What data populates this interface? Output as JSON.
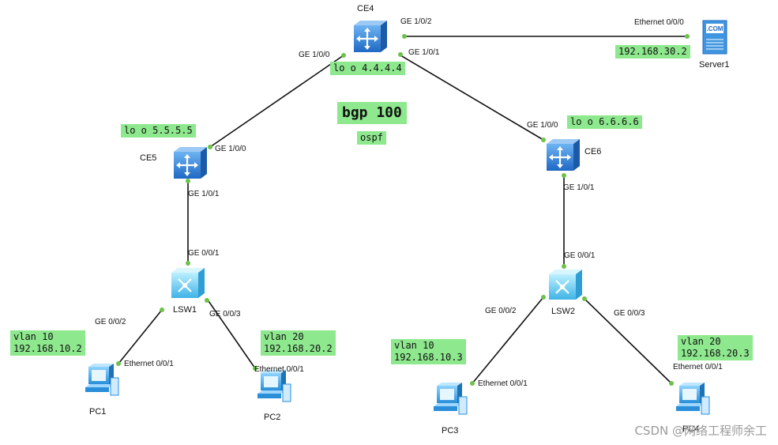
{
  "devices": {
    "ce4": "CE4",
    "ce5": "CE5",
    "ce6": "CE6",
    "lsw1": "LSW1",
    "lsw2": "LSW2",
    "server1": "Server1",
    "server_badge": ".COM",
    "pc1": "PC1",
    "pc2": "PC2",
    "pc3": "PC3",
    "pc4": "PC4"
  },
  "ports": {
    "ce4_ge102": "GE 1/0/2",
    "ce4_ge100": "GE 1/0/0",
    "ce4_ge101": "GE 1/0/1",
    "server_eth": "Ethernet 0/0/0",
    "ce5_ge100": "GE 1/0/0",
    "ce5_ge101": "GE 1/0/1",
    "ce6_ge100": "GE 1/0/0",
    "ce6_ge101": "GE 1/0/1",
    "lsw1_ge001": "GE 0/0/1",
    "lsw1_ge002": "GE 0/0/2",
    "lsw1_ge003": "GE 0/0/3",
    "lsw2_ge001": "GE 0/0/1",
    "lsw2_ge002": "GE 0/0/2",
    "lsw2_ge003": "GE 0/0/3",
    "pc1_eth": "Ethernet 0/0/1",
    "pc2_eth": "Ethernet 0/0/1",
    "pc3_eth": "Ethernet 0/0/1",
    "pc4_eth": "Ethernet 0/0/1"
  },
  "notes": {
    "ce4_lo": "lo o 4.4.4.4",
    "ce5_lo": "lo o 5.5.5.5",
    "ce6_lo": "lo o 6.6.6.6",
    "server_ip": "192.168.30.2",
    "bgp": "bgp 100",
    "ospf": "ospf",
    "pc1": "vlan 10\n192.168.10.2",
    "pc2": "vlan 20\n192.168.20.2",
    "pc3": "vlan 10\n192.168.10.3",
    "pc4": "vlan 20\n192.168.20.3"
  },
  "watermark": "CSDN @网络工程师余工",
  "colors": {
    "note_bg": "#8ee88e",
    "port_dot": "#6cc24a",
    "router": "#2f7fd8",
    "switch": "#5cc8f0",
    "link": "#111111"
  }
}
